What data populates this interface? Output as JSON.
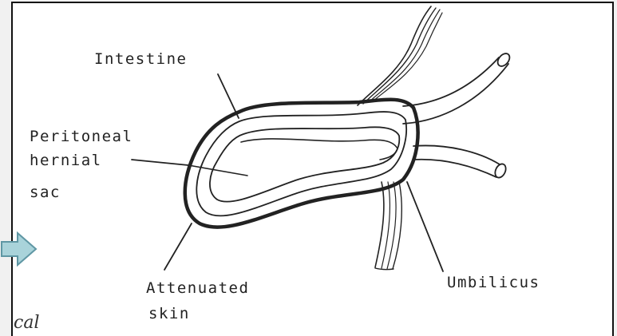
{
  "labels": {
    "intestine": "Intestine",
    "peritoneal": "Peritoneal",
    "hernial": "hernial",
    "sac": "sac",
    "attenuated": "Attenuated",
    "skin": "skin",
    "umbilicus": "Umbilicus",
    "fragment": "cal"
  },
  "colors": {
    "ink": "#222222",
    "arrow_fill": "#a9d3da",
    "arrow_stroke": "#5f97a4"
  },
  "icons": {
    "nav_arrow": "right-arrow-icon"
  }
}
